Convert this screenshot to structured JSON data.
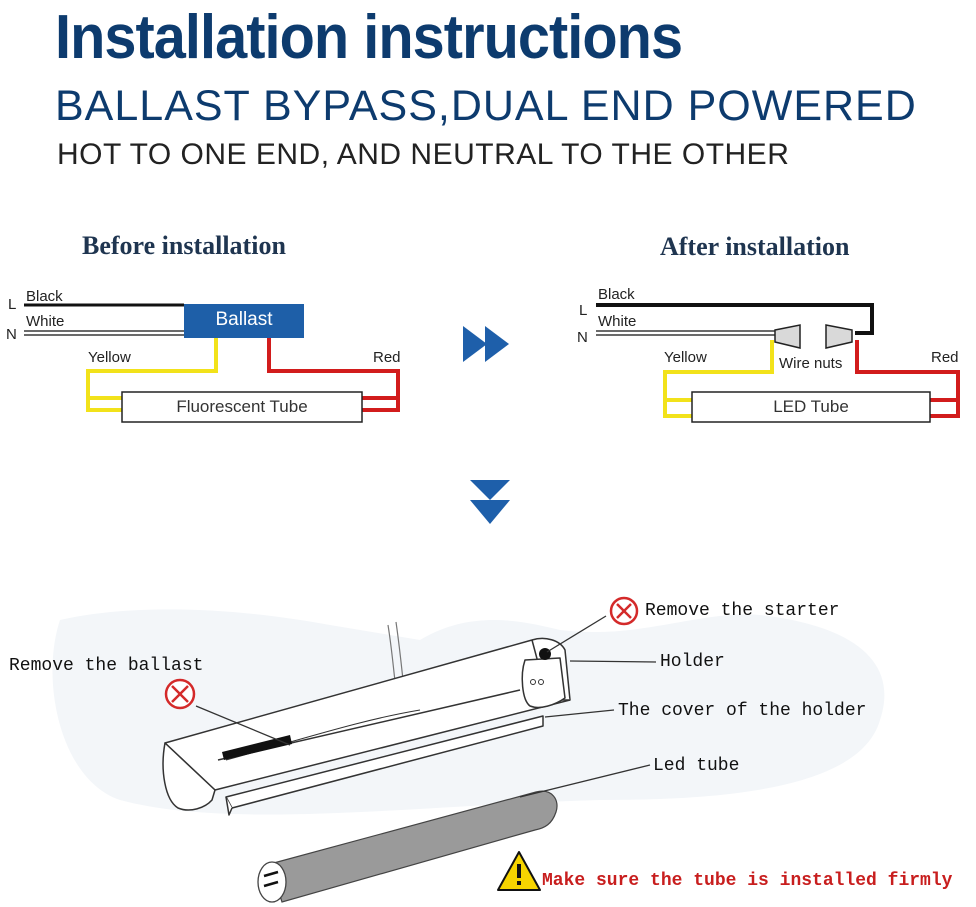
{
  "header": {
    "title": "Installation instructions",
    "subtitle": "BALLAST BYPASS,DUAL END POWERED",
    "subtitle2": "HOT TO ONE END, AND NEUTRAL TO THE OTHER"
  },
  "before": {
    "title": "Before installation",
    "line_l": "L",
    "line_n": "N",
    "black": "Black",
    "white": "White",
    "ballast": "Ballast",
    "yellow": "Yellow",
    "red": "Red",
    "tube": "Fluorescent Tube"
  },
  "after": {
    "title": "After installation",
    "line_l": "L",
    "line_n": "N",
    "black": "Black",
    "white": "White",
    "wire_nuts": "Wire nuts",
    "yellow": "Yellow",
    "red": "Red",
    "tube": "LED Tube"
  },
  "fixture": {
    "remove_starter": "Remove the starter",
    "remove_ballast": "Remove the ballast",
    "holder": "Holder",
    "cover": "The cover of the holder",
    "led_tube": "Led tube",
    "warning": "Make sure the tube is installed firmly"
  },
  "colors": {
    "brand_blue": "#0d3b6e",
    "ballast_blue": "#1e5fa8",
    "wire_yellow": "#f2e21a",
    "wire_red": "#d21c1c",
    "remove_red": "#d42a2a"
  },
  "icons": [
    "right-arrow-icon",
    "down-arrow-icon",
    "remove-circle-icon",
    "warning-icon",
    "wire-nut-icon"
  ]
}
